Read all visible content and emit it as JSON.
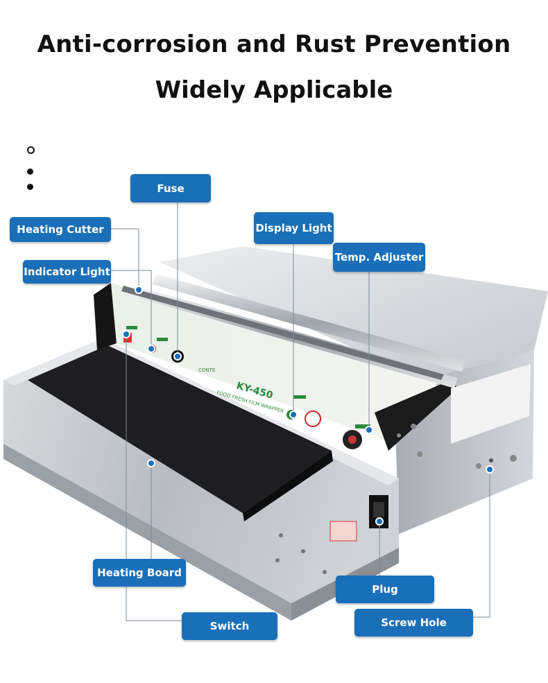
{
  "headline": {
    "line1": "Anti-corrosion and Rust Prevention",
    "line2": "Widely Applicable"
  },
  "product": {
    "model": "KY-450",
    "brand": "CONTE",
    "product_line": "FOOD FRESH FILM WRAPPER"
  },
  "callouts": {
    "fuse": "Fuse",
    "heating_cutter": "Heating Cutter",
    "indicator_light": "Indicator Light",
    "display_light": "Display Light",
    "temp_adjuster": "Temp. Adjuster",
    "heating_board": "Heating Board",
    "switch": "Switch",
    "plug": "Plug",
    "screw_hole": "Screw Hole"
  },
  "colors": {
    "callout_bg": "#1a6fb8",
    "leader_line": "#7a8a99",
    "steel": "#c9ccd0",
    "board": "#1e1e20"
  }
}
